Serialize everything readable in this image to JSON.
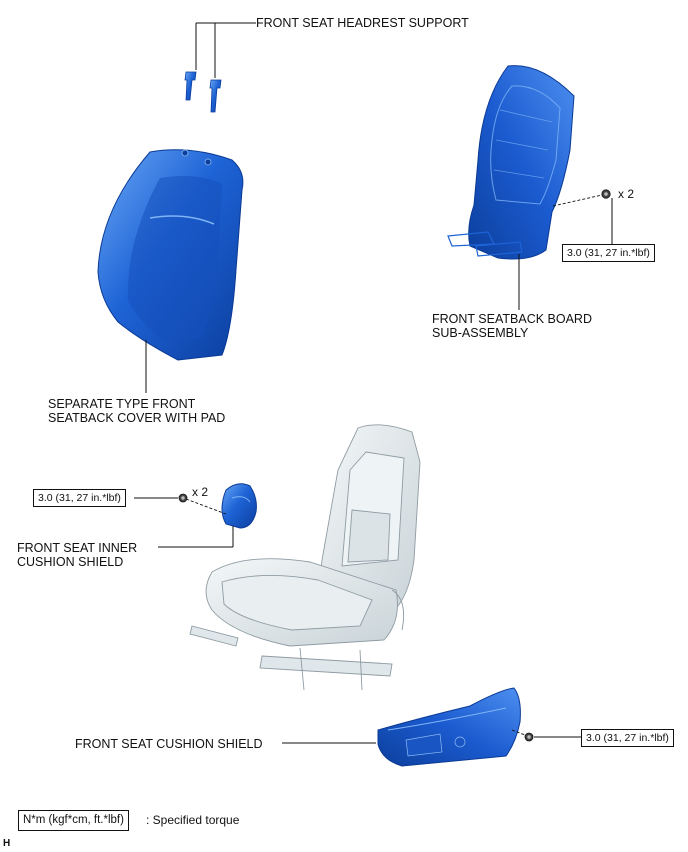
{
  "labels": {
    "headrest_support": "FRONT SEAT HEADREST SUPPORT",
    "seatback_board_1": "FRONT SEATBACK BOARD",
    "seatback_board_2": "SUB-ASSEMBLY",
    "seatback_cover_1": "SEPARATE TYPE FRONT",
    "seatback_cover_2": "SEATBACK COVER WITH PAD",
    "inner_shield_1": "FRONT SEAT INNER",
    "inner_shield_2": "CUSHION SHIELD",
    "cushion_shield": "FRONT SEAT CUSHION SHIELD"
  },
  "torque": {
    "board": "3.0 (31, 27 in.*lbf)",
    "inner": "3.0 (31, 27 in.*lbf)",
    "cushion": "3.0 (31, 27 in.*lbf)"
  },
  "counts": {
    "board": "x 2",
    "inner": "x 2"
  },
  "legend": {
    "unit": "N*m (kgf*cm, ft.*lbf)",
    "text": ": Specified torque"
  },
  "corner_code": "H",
  "colors": {
    "part_blue": "#1e63d6",
    "part_blue_light": "#5fa0f0",
    "part_blue_dark": "#0b3e9e",
    "frame_gray": "#dfe7ea"
  }
}
